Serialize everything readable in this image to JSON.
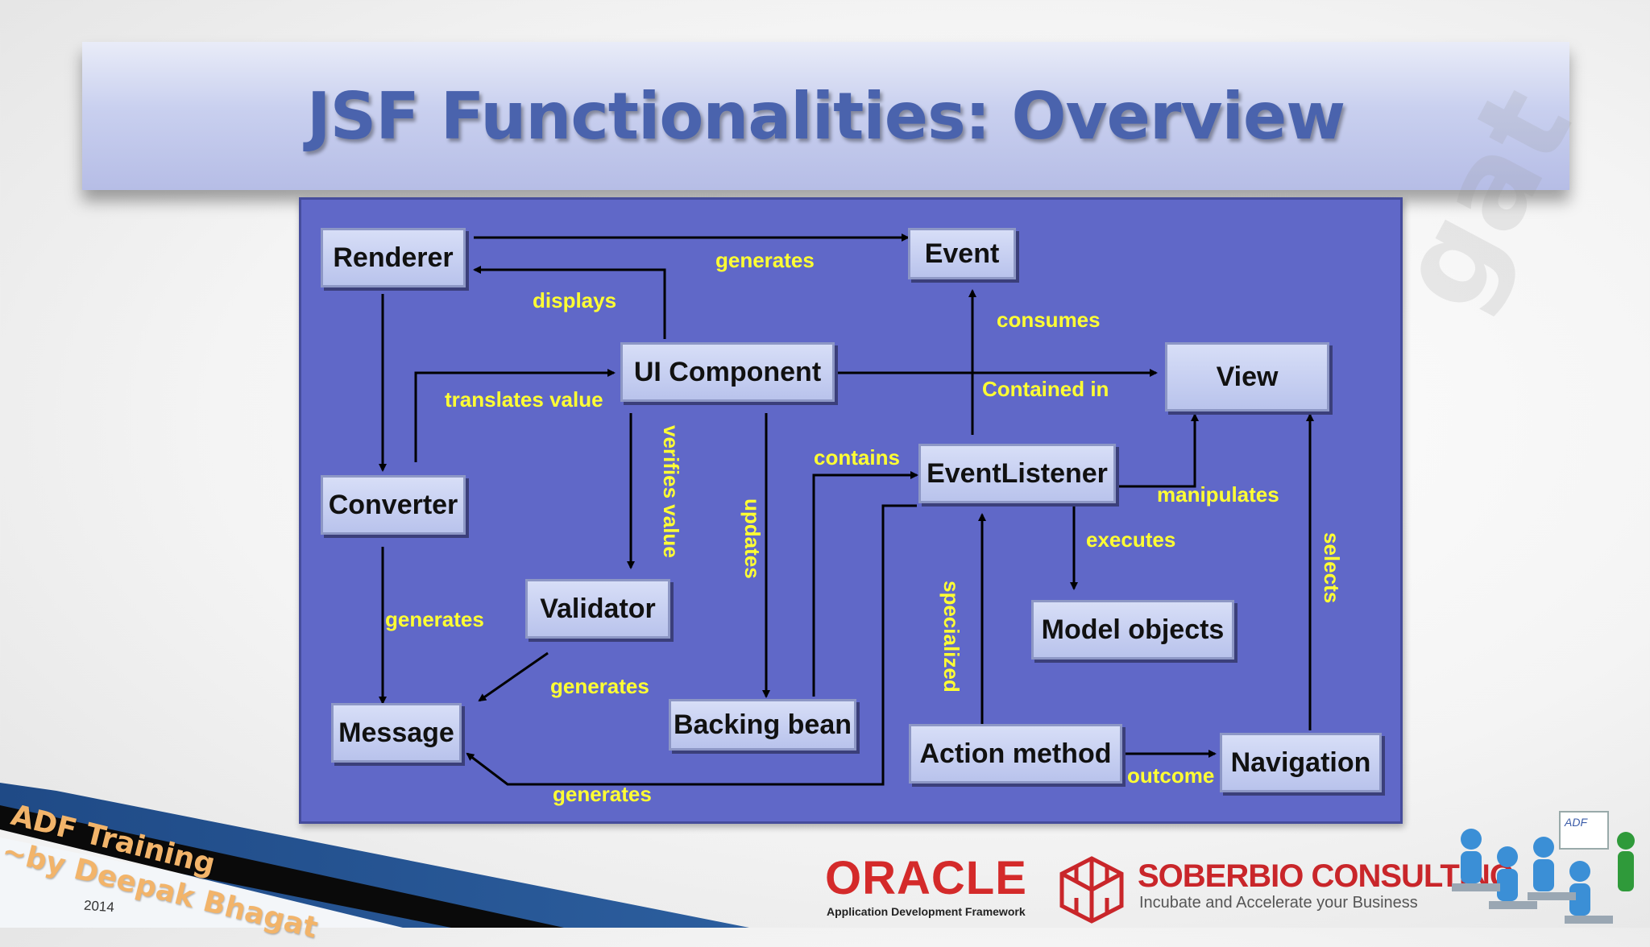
{
  "slide": {
    "title": "JSF Functionalities: Overview",
    "watermark": "gat"
  },
  "nodes": {
    "renderer": "Renderer",
    "event": "Event",
    "ui_component": "UI Component",
    "view": "View",
    "converter": "Converter",
    "event_listener": "EventListener",
    "validator": "Validator",
    "model_objects": "Model objects",
    "message": "Message",
    "backing_bean": "Backing bean",
    "action_method": "Action method",
    "navigation": "Navigation"
  },
  "edge_labels": {
    "generates_event": "generates",
    "displays": "displays",
    "consumes": "consumes",
    "translates_value": "translates value",
    "contained_in": "Contained in",
    "verifies_value": "verifies value",
    "updates": "updates",
    "contains": "contains",
    "manipulates": "manipulates",
    "executes": "executes",
    "selects": "selects",
    "specialized": "specialized",
    "generates_converter": "generates",
    "generates_validator": "generates",
    "generates_backing": "generates",
    "outcome": "outcome"
  },
  "footer": {
    "adf_line1": "ADF Training",
    "adf_line2": "~by Deepak Bhagat",
    "year": "2014",
    "oracle": "ORACLE",
    "oracle_sub": "Application Development Framework",
    "company": "SOBERBIO CONSULTING",
    "tagline": "Incubate and Accelerate your Business",
    "illustration_badge": "ADF"
  },
  "colors": {
    "panel": "#6068c8",
    "node_fill": "#c9d1f2",
    "label_yellow": "#ffff33",
    "title_blue": "#4a63ad",
    "oracle_red": "#d42a2a"
  }
}
